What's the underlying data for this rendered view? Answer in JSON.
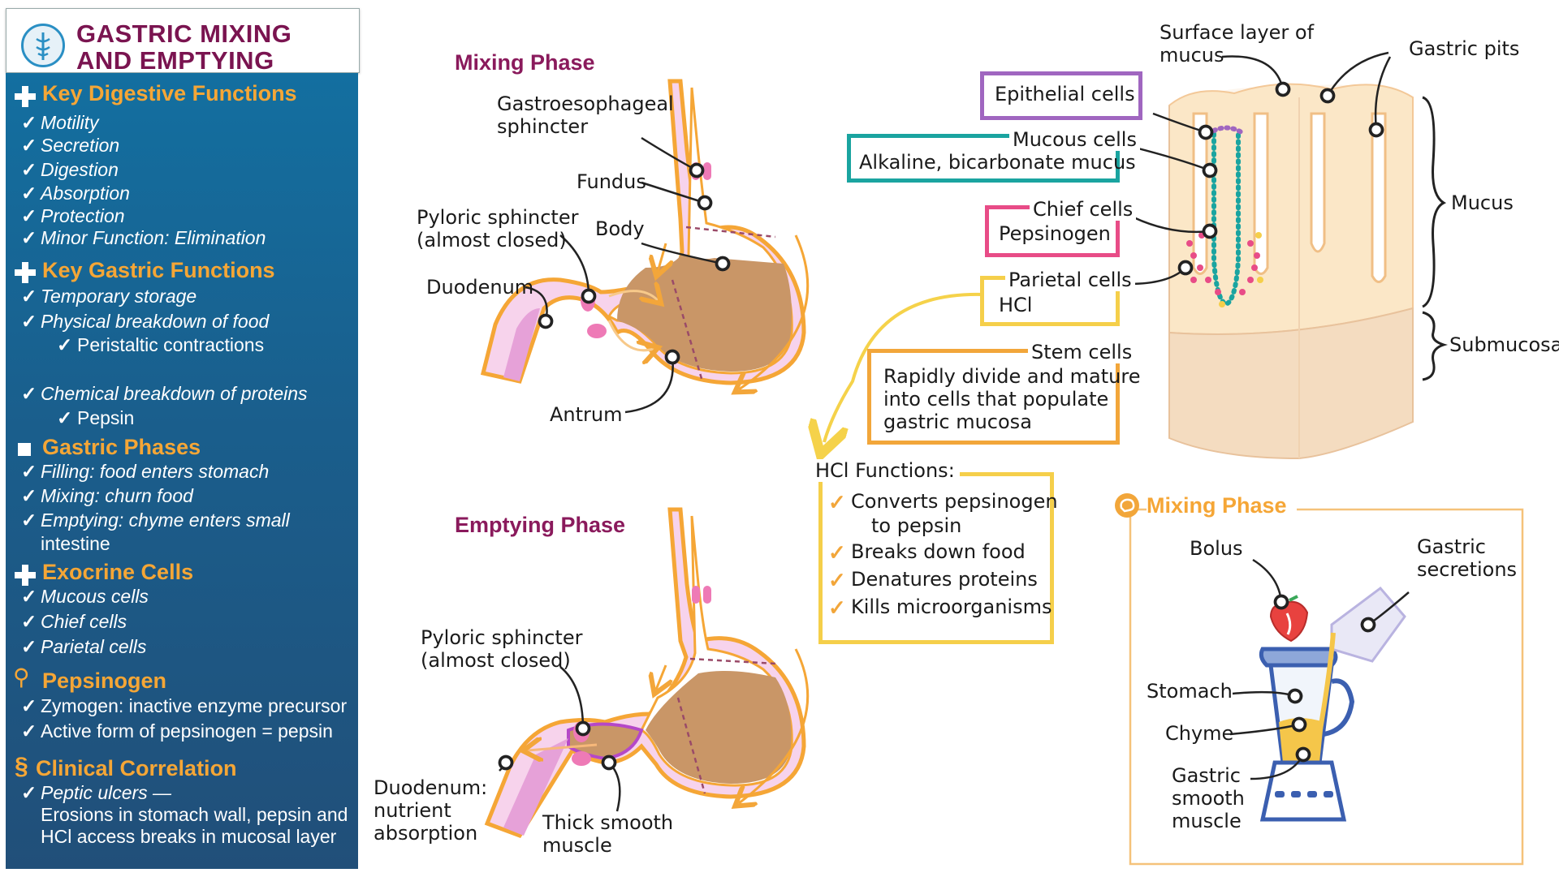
{
  "sidebar": {
    "title_line1": "GASTRIC MIXING",
    "title_line2": "AND EMPTYING",
    "sections": [
      {
        "heading": "Key Digestive Functions",
        "items": [
          "Motility",
          "Secretion",
          "Digestion",
          "Absorption",
          "Protection",
          "Minor Function: Elimination"
        ]
      },
      {
        "heading": "Key Gastric Functions",
        "items": [
          "Temporary storage",
          "Physical breakdown of food",
          "Peristaltic contractions",
          "Chemical breakdown of proteins",
          "Pepsin"
        ]
      },
      {
        "heading": "Gastric Phases",
        "items": [
          "Filling: food enters stomach",
          "Mixing: churn food",
          "Emptying: chyme enters small",
          "intestine"
        ]
      },
      {
        "heading": "Exocrine Cells",
        "items": [
          "Mucous cells",
          "Chief cells",
          "Parietal cells"
        ]
      },
      {
        "heading": "Pepsinogen",
        "items": [
          "Zymogen: inactive enzyme precursor",
          "Active form of pepsinogen = pepsin"
        ]
      },
      {
        "heading": "Clinical Correlation",
        "items": [
          "Peptic ulcers —",
          "Erosions in stomach wall, pepsin and",
          "HCl access breaks in mucosal layer"
        ]
      }
    ]
  },
  "mixing": {
    "title": "Mixing Phase",
    "gastroesophageal1": "Gastroesophageal",
    "gastroesophageal2": "sphincter",
    "fundus": "Fundus",
    "pyloric1": "Pyloric sphincter",
    "pyloric2": "(almost closed)",
    "body": "Body",
    "duodenum": "Duodenum",
    "antrum": "Antrum"
  },
  "emptying": {
    "title": "Emptying Phase",
    "pyloric1": "Pyloric sphincter",
    "pyloric2": "(almost closed)",
    "duodenum1": "Duodenum:",
    "duodenum2": "nutrient",
    "duodenum3": "absorption",
    "thick1": "Thick smooth",
    "thick2": "muscle"
  },
  "cells": {
    "epithelial": "Epithelial cells",
    "mucous": "Mucous cells",
    "mucous_desc": "Alkaline, bicarbonate mucus",
    "chief": "Chief cells",
    "chief_desc": "Pepsinogen",
    "parietal": "Parietal cells",
    "parietal_desc": "HCl",
    "stem": "Stem cells",
    "stem_desc1": "Rapidly divide and mature",
    "stem_desc2": "into cells that populate",
    "stem_desc3": "gastric mucosa"
  },
  "hcl": {
    "title": "HCl Functions:",
    "items": [
      "Converts pepsinogen",
      "to pepsin",
      "Breaks down food",
      "Denatures proteins",
      "Kills microorganisms"
    ]
  },
  "mucosa": {
    "surface1": "Surface layer of",
    "surface2": "mucus",
    "pits": "Gastric pits",
    "mucus": "Mucus",
    "submucosa": "Submucosa"
  },
  "blender": {
    "title": "Mixing Phase",
    "bolus": "Bolus",
    "secretions1": "Gastric",
    "secretions2": "secretions",
    "stomach": "Stomach",
    "chyme": "Chyme",
    "muscle1": "Gastric",
    "muscle2": "smooth",
    "muscle3": "muscle"
  },
  "colors": {
    "title": "#7a1450",
    "heading": "#f5a636",
    "panel_top": "#136fa0",
    "panel_bottom": "#214f79",
    "epithelial": "#a066c0",
    "mucous": "#1aa4a0",
    "chief": "#e84c87",
    "parietal": "#f5cf4a",
    "stem": "#f2a63a"
  }
}
